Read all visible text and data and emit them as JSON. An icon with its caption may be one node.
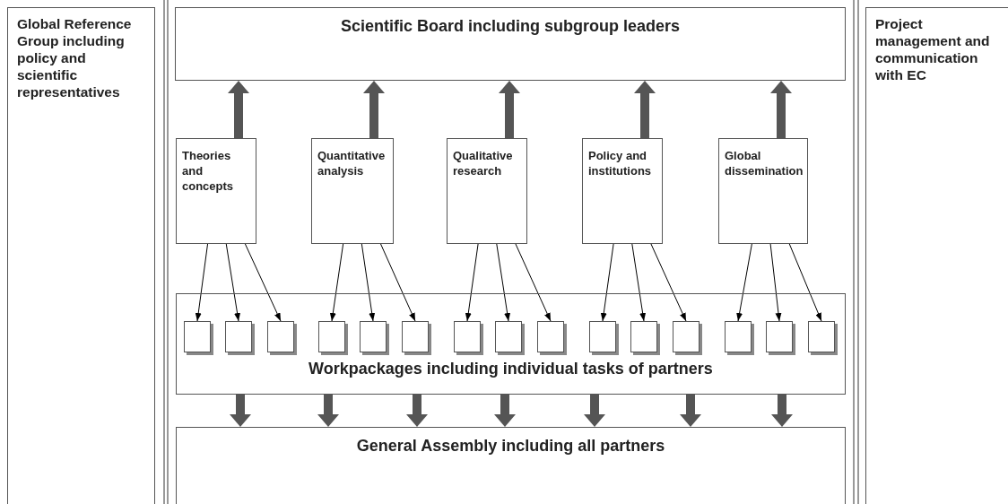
{
  "diagram": {
    "nodes": [
      {
        "text": [
          "Global Reference Group including policy and scientific representatives"
        ]
      },
      {
        "text": [
          "Scientific Board including subgroup leaders"
        ]
      },
      {
        "text": [
          "Project management and communication with EC"
        ]
      },
      {
        "text": [
          "Theories and concepts"
        ]
      },
      {
        "text": [
          "Quantitative analysis"
        ]
      },
      {
        "text": [
          "Qualitative research"
        ]
      },
      {
        "text": [
          "Policy and institutions"
        ]
      },
      {
        "text": [
          "Global dissemination"
        ]
      },
      {
        "text": [
          "Workpackages including individual tasks of partners"
        ]
      },
      {
        "text": [],
        "shape": "box",
        "in": 8
      },
      {
        "text": [],
        "shape": "box",
        "in": 8
      },
      {
        "text": [],
        "shape": "box",
        "in": 8
      },
      {
        "text": [],
        "shape": "box",
        "in": 8
      },
      {
        "text": [],
        "shape": "box",
        "in": 8
      },
      {
        "text": [],
        "shape": "box",
        "in": 8
      },
      {
        "text": [],
        "shape": "box",
        "in": 8
      },
      {
        "text": [],
        "shape": "box",
        "in": 8
      },
      {
        "text": [],
        "shape": "box",
        "in": 8
      },
      {
        "text": [],
        "shape": "box",
        "in": 8
      },
      {
        "text": [],
        "shape": "box",
        "in": 8
      },
      {
        "text": [],
        "shape": "box",
        "in": 8
      },
      {
        "text": [],
        "shape": "box",
        "in": 8
      },
      {
        "text": [],
        "shape": "box",
        "in": 8
      },
      {
        "text": [],
        "shape": "box",
        "in": 8
      },
      {
        "text": [
          "General Assembly including all partners"
        ]
      }
    ],
    "edges": [
      {
        "from": 3,
        "to": 1,
        "arrow": "to",
        "style": "thick",
        "color": "#555555"
      },
      {
        "from": 4,
        "to": 1,
        "arrow": "to",
        "style": "thick",
        "color": "#555555"
      },
      {
        "from": 5,
        "to": 1,
        "arrow": "to",
        "style": "thick",
        "color": "#555555"
      },
      {
        "from": 6,
        "to": 1,
        "arrow": "to",
        "style": "thick",
        "color": "#555555"
      },
      {
        "from": 7,
        "to": 1,
        "arrow": "to",
        "style": "thick",
        "color": "#555555"
      },
      {
        "from": 3,
        "to": 9,
        "arrow": "to"
      },
      {
        "from": 3,
        "to": 10,
        "arrow": "to"
      },
      {
        "from": 3,
        "to": 11,
        "arrow": "to"
      },
      {
        "from": 4,
        "to": 12,
        "arrow": "to"
      },
      {
        "from": 4,
        "to": 13,
        "arrow": "to"
      },
      {
        "from": 4,
        "to": 14,
        "arrow": "to"
      },
      {
        "from": 5,
        "to": 15,
        "arrow": "to"
      },
      {
        "from": 5,
        "to": 16,
        "arrow": "to"
      },
      {
        "from": 5,
        "to": 17,
        "arrow": "to"
      },
      {
        "from": 6,
        "to": 18,
        "arrow": "to"
      },
      {
        "from": 6,
        "to": 19,
        "arrow": "to"
      },
      {
        "from": 6,
        "to": 20,
        "arrow": "to"
      },
      {
        "from": 7,
        "to": 21,
        "arrow": "to"
      },
      {
        "from": 7,
        "to": 22,
        "arrow": "to"
      },
      {
        "from": 7,
        "to": 23,
        "arrow": "to"
      },
      {
        "from": 8,
        "to": 24,
        "arrow": "to",
        "style": "thick",
        "color": "#555555"
      },
      {
        "from": 8,
        "to": 24,
        "arrow": "to",
        "style": "thick",
        "color": "#555555"
      },
      {
        "from": 8,
        "to": 24,
        "arrow": "to",
        "style": "thick",
        "color": "#555555"
      },
      {
        "from": 8,
        "to": 24,
        "arrow": "to",
        "style": "thick",
        "color": "#555555"
      },
      {
        "from": 8,
        "to": 24,
        "arrow": "to",
        "style": "thick",
        "color": "#555555"
      },
      {
        "from": 8,
        "to": 24,
        "arrow": "to",
        "style": "thick",
        "color": "#555555"
      },
      {
        "from": 8,
        "to": 24,
        "arrow": "to",
        "style": "thick",
        "color": "#555555"
      }
    ]
  }
}
